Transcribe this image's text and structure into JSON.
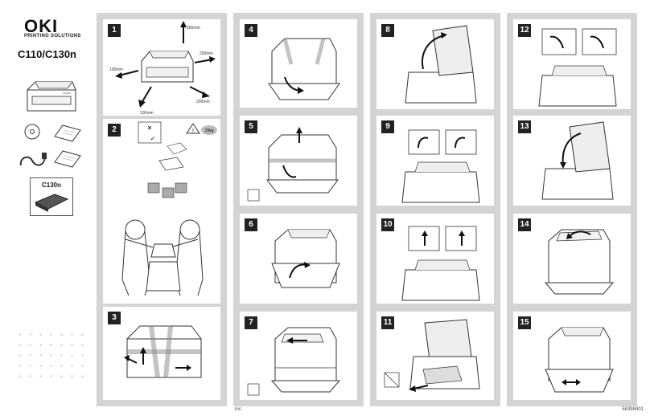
{
  "brand": {
    "logo": "OKI",
    "tagline": "PRINTING SOLUTIONS",
    "model": "C110/C130n"
  },
  "contents": {
    "c130_label": "C130n"
  },
  "steps": [
    {
      "label": "1"
    },
    {
      "label": "2"
    },
    {
      "label": "3"
    },
    {
      "label": "4"
    },
    {
      "label": "5"
    },
    {
      "label": "6"
    },
    {
      "label": "7"
    },
    {
      "label": "8"
    },
    {
      "label": "9"
    },
    {
      "label": "10"
    },
    {
      "label": "11"
    },
    {
      "label": "12"
    },
    {
      "label": "13"
    },
    {
      "label": "14"
    },
    {
      "label": "15"
    }
  ],
  "step1": {
    "dims": [
      "200mm",
      "200mm",
      "100mm",
      "100mm",
      "200mm"
    ]
  },
  "step2": {
    "weight": "15kg"
  },
  "footer": {
    "left": "inc.",
    "right": "58398401"
  },
  "colors": {
    "panel_bg": "#d4d4d4",
    "badge": "#222222"
  }
}
